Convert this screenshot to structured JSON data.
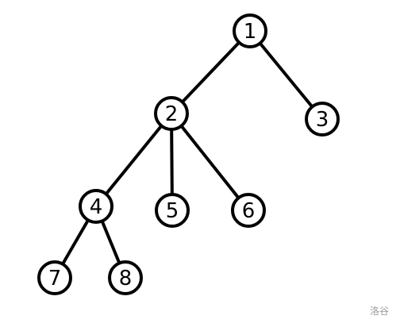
{
  "tree": {
    "nodes": [
      {
        "id": "1",
        "label": "1"
      },
      {
        "id": "2",
        "label": "2"
      },
      {
        "id": "3",
        "label": "3"
      },
      {
        "id": "4",
        "label": "4"
      },
      {
        "id": "5",
        "label": "5"
      },
      {
        "id": "6",
        "label": "6"
      },
      {
        "id": "7",
        "label": "7"
      },
      {
        "id": "8",
        "label": "8"
      }
    ],
    "edges": [
      [
        "1",
        "2"
      ],
      [
        "1",
        "3"
      ],
      [
        "2",
        "4"
      ],
      [
        "2",
        "5"
      ],
      [
        "2",
        "6"
      ],
      [
        "4",
        "7"
      ],
      [
        "4",
        "8"
      ]
    ]
  },
  "watermark": "洛谷"
}
